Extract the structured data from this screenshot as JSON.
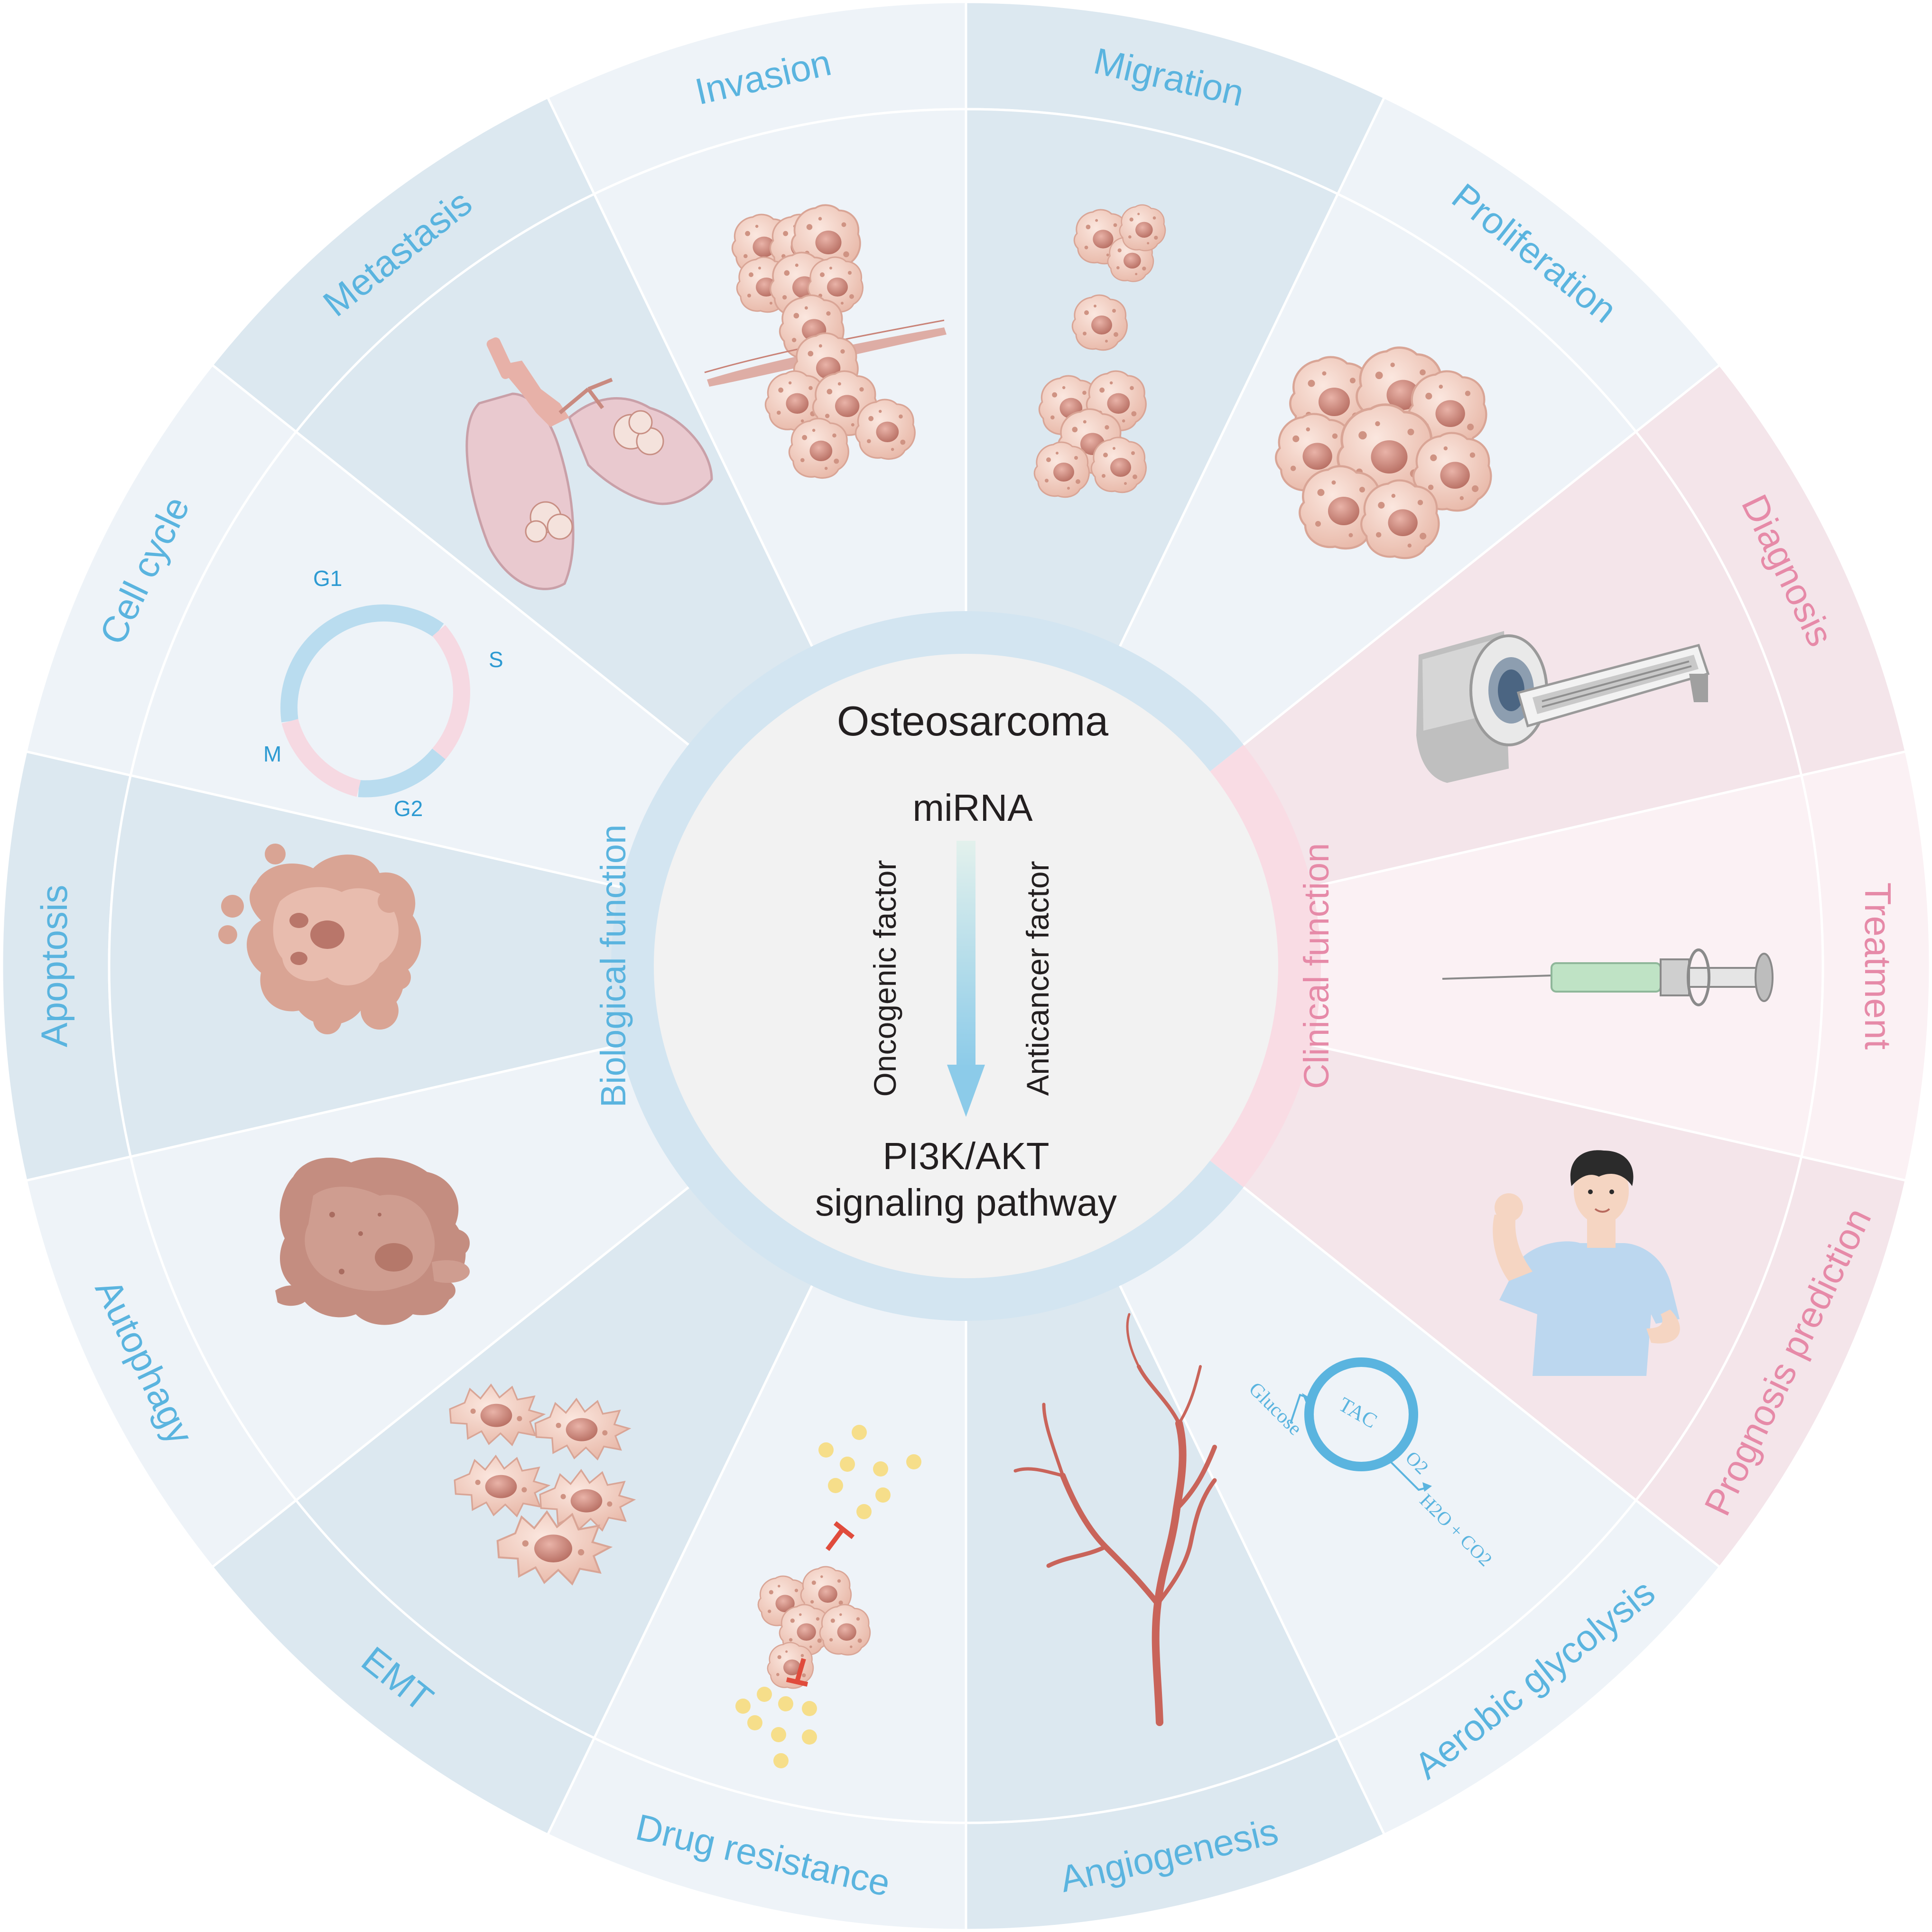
{
  "center": {
    "title": "Osteosarcoma",
    "source": "miRNA",
    "target_line1": "PI3K/AKT",
    "target_line2": "signaling pathway",
    "left_factor": "Oncogenic factor",
    "right_factor": "Anticancer factor"
  },
  "rings": {
    "biological": "Biological function",
    "clinical": "Clinical function"
  },
  "segments": [
    {
      "label": "Migration",
      "group": "bio",
      "icon": "cell-cluster-chain-icon"
    },
    {
      "label": "Proliferation",
      "group": "bio",
      "icon": "cell-cluster-icon"
    },
    {
      "label": "Diagnosis",
      "group": "clin",
      "icon": "mri-scanner-icon"
    },
    {
      "label": "Treatment",
      "group": "clin",
      "icon": "syringe-icon"
    },
    {
      "label": "Prognosis prediction",
      "group": "clin",
      "icon": "healthy-person-icon"
    },
    {
      "label": "Aerobic glycolysis",
      "group": "bio",
      "icon": "tac-cycle-icon"
    },
    {
      "label": "Angiogenesis",
      "group": "bio",
      "icon": "blood-vessel-icon"
    },
    {
      "label": "Drug resistance",
      "group": "bio",
      "icon": "drug-blocked-cells-icon"
    },
    {
      "label": "EMT",
      "group": "bio",
      "icon": "mesenchymal-cells-icon"
    },
    {
      "label": "Autophagy",
      "group": "bio",
      "icon": "autophagy-cell-icon"
    },
    {
      "label": "Apoptosis",
      "group": "bio",
      "icon": "apoptotic-cell-icon"
    },
    {
      "label": "Cell cycle",
      "group": "bio",
      "icon": "cell-cycle-icon"
    },
    {
      "label": "Metastasis",
      "group": "bio",
      "icon": "lungs-icon"
    },
    {
      "label": "Invasion",
      "group": "bio",
      "icon": "invading-cells-icon"
    }
  ],
  "cell_cycle": {
    "g1": "G1",
    "s": "S",
    "g2": "G2",
    "m": "M"
  },
  "glycolysis": {
    "glucose": "Glucose",
    "tac": "TAC",
    "o2": "O2",
    "products": "H2O + CO2"
  },
  "colors": {
    "bio_light": "#eef3f8",
    "bio_dark": "#dce8f0",
    "bio_text": "#5ab4df",
    "clin_light": "#fbf1f4",
    "clin_dark": "#f4e5ea",
    "clin_text": "#e68aa8",
    "ring_bio": "#d3e5f1",
    "ring_clin": "#f9dce4",
    "center_fill": "#f2f2f2"
  }
}
